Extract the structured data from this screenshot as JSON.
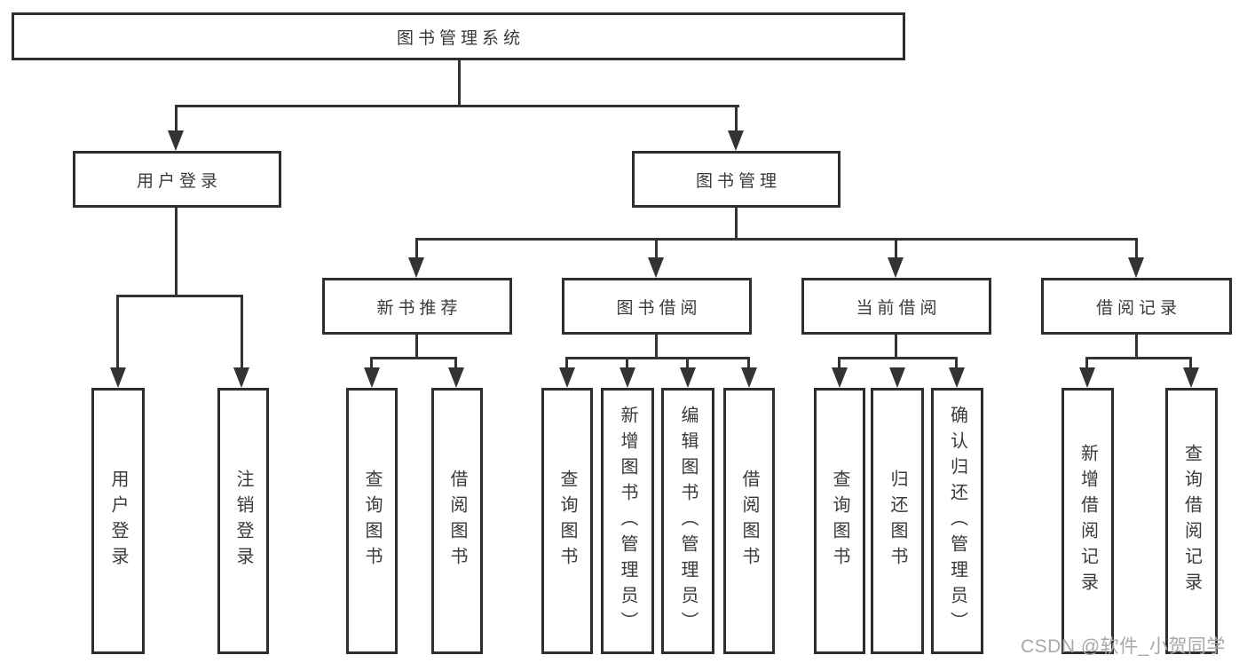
{
  "tree": {
    "label": "图书管理系统",
    "children": [
      {
        "label": "用户登录",
        "children": [
          {
            "label": "用户登录"
          },
          {
            "label": "注销登录"
          }
        ]
      },
      {
        "label": "图书管理",
        "children": [
          {
            "label": "新书推荐",
            "children": [
              {
                "label": "查询图书"
              },
              {
                "label": "借阅图书"
              }
            ]
          },
          {
            "label": "图书借阅",
            "children": [
              {
                "label": "查询图书"
              },
              {
                "label": "新增图书（管理员）"
              },
              {
                "label": "编辑图书（管理员）"
              },
              {
                "label": "借阅图书"
              }
            ]
          },
          {
            "label": "当前借阅",
            "children": [
              {
                "label": "查询图书"
              },
              {
                "label": "归还图书"
              },
              {
                "label": "确认归还（管理员）"
              }
            ]
          },
          {
            "label": "借阅记录",
            "children": [
              {
                "label": "新增借阅记录"
              },
              {
                "label": "查询借阅记录"
              }
            ]
          }
        ]
      }
    ]
  },
  "watermark": {
    "text": "CSDN @软件_小贺同学"
  },
  "colors": {
    "line": "#333333",
    "box_border": "#2e2e2e",
    "text": "#3a3a3a",
    "background": "#ffffff",
    "watermark": "#a8a8a8"
  }
}
